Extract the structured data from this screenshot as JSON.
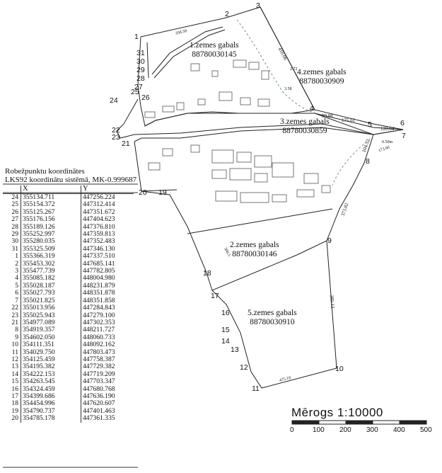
{
  "parcels": [
    {
      "label": "1.zemes gabals",
      "code": "88780030145"
    },
    {
      "label": "4.zemes gabals",
      "code": "88780030909"
    },
    {
      "label": "3.zemes gabals",
      "code": "88780030859"
    },
    {
      "label": "2.zemes gabals",
      "code": "88780030146"
    },
    {
      "label": "5.zemes gabals",
      "code": "88780030910"
    }
  ],
  "coordinates": {
    "title_line1": "Robežpunktu koordinātes",
    "title_line2": "LKS92 koordinātu sistēmā, MK-0.999687",
    "col_x": "X",
    "col_y": "Y",
    "rows": [
      [
        "24",
        "355134.711",
        "447256.224"
      ],
      [
        "25",
        "355154.372",
        "447312.414"
      ],
      [
        "26",
        "355125.267",
        "447351.672"
      ],
      [
        "27",
        "355176.156",
        "447404.623"
      ],
      [
        "28",
        "355189.126",
        "447376.810"
      ],
      [
        "29",
        "355252.997",
        "447359.813"
      ],
      [
        "30",
        "355280.035",
        "447352.483"
      ],
      [
        "31",
        "355325.509",
        "447346.130"
      ],
      [
        "1",
        "355366.319",
        "447337.510"
      ],
      [
        "2",
        "355453.302",
        "447685.141"
      ],
      [
        "3",
        "355477.739",
        "447782.805"
      ],
      [
        "4",
        "355085.182",
        "448004.980"
      ],
      [
        "5",
        "355028.187",
        "448231.879"
      ],
      [
        "6",
        "355027.793",
        "448351.878"
      ],
      [
        "7",
        "355021.825",
        "448351.858"
      ],
      [
        "22",
        "355013.956",
        "447284.843"
      ],
      [
        "23",
        "355025.943",
        "447279.100"
      ],
      [
        "21",
        "354977.089",
        "447302.353"
      ],
      [
        "8",
        "354919.357",
        "448211.727"
      ],
      [
        "9",
        "354602.050",
        "448060.733"
      ],
      [
        "10",
        "354111.351",
        "448092.162"
      ],
      [
        "11",
        "354029.750",
        "447803.473"
      ],
      [
        "12",
        "354125.459",
        "447758.387"
      ],
      [
        "13",
        "354195.382",
        "447729.382"
      ],
      [
        "14",
        "354222.153",
        "447719.209"
      ],
      [
        "15",
        "354263.545",
        "447703.347"
      ],
      [
        "16",
        "354324.459",
        "447680.768"
      ],
      [
        "17",
        "354399.686",
        "447636.190"
      ],
      [
        "18",
        "354454.996",
        "447620.607"
      ],
      [
        "19",
        "354790.737",
        "447401.463"
      ],
      [
        "20",
        "354785.178",
        "447361.335"
      ]
    ]
  },
  "point_labels": [
    "1",
    "2",
    "3",
    "4",
    "5",
    "6",
    "7",
    "8",
    "9",
    "10",
    "11",
    "12",
    "13",
    "14",
    "15",
    "16",
    "17",
    "18",
    "19",
    "20",
    "21",
    "22",
    "23",
    "24",
    "25",
    "26",
    "27",
    "28",
    "29",
    "30",
    "31"
  ],
  "segment_labels": [
    "358.58",
    "410.06",
    "59.98",
    "175.61",
    "120.04",
    "104.52",
    "173.66",
    "0.50m",
    "373.82",
    "385.12",
    "475.19",
    "300.5",
    "2.72",
    "3.58"
  ],
  "scale": {
    "title": "Mērogs   1:10000",
    "ticks": [
      "0",
      "100",
      "200",
      "300",
      "400",
      "500"
    ]
  },
  "colors": {
    "line": "#222222",
    "dash": "#6f8fa8",
    "building": "#555555"
  }
}
